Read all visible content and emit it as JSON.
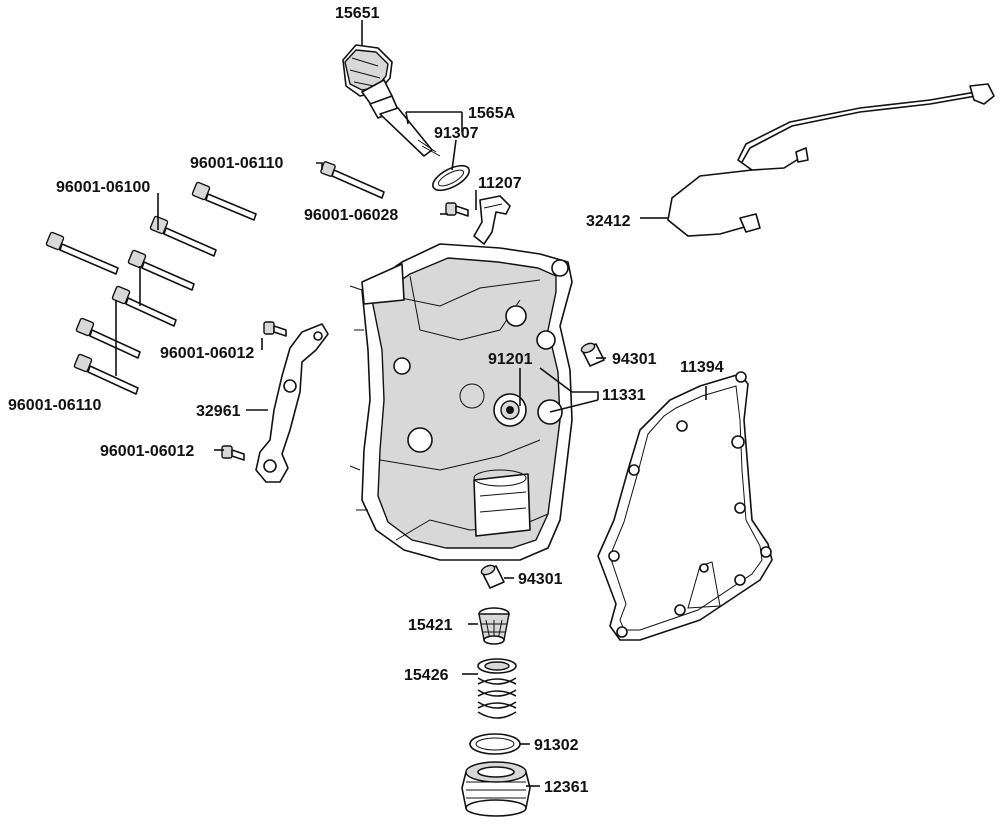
{
  "labels": {
    "p15651": "15651",
    "p1565A": "1565A",
    "p91307": "91307",
    "p96001_06110_top": "96001-06110",
    "p96001_06100": "96001-06100",
    "p11207": "11207",
    "p96001_06028": "96001-06028",
    "p32412": "32412",
    "p96001_06012_a": "96001-06012",
    "p91201": "91201",
    "p94301_a": "94301",
    "p11394": "11394",
    "p11331": "11331",
    "p96001_06110_bottom": "96001-06110",
    "p32961": "32961",
    "p96001_06012_b": "96001-06012",
    "p94301_b": "94301",
    "p15421": "15421",
    "p15426": "15426",
    "p91302": "91302",
    "p12361": "12361"
  }
}
